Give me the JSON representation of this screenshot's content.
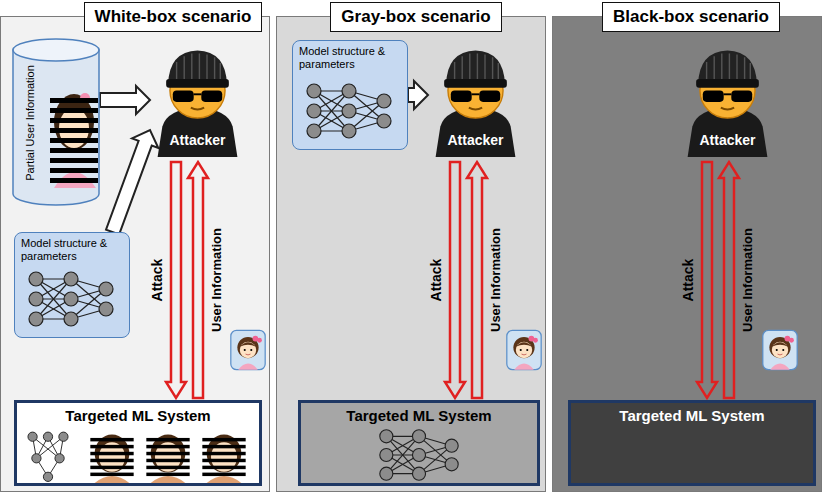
{
  "diagram": {
    "nodes": [
      {
        "text": [
          "White-box scenario"
        ]
      },
      {
        "text": [
          "Partial User Information"
        ],
        "in": 0
      },
      {
        "text": [
          "Attacker"
        ],
        "in": 0
      },
      {
        "text": [
          "Model structure & parameters"
        ],
        "in": 0
      },
      {
        "text": [
          "Targeted ML System"
        ],
        "in": 0
      },
      {
        "text": [
          "Gray-box scenario"
        ]
      },
      {
        "text": [
          "Model structure & parameters"
        ],
        "in": 5
      },
      {
        "text": [
          "Attacker"
        ],
        "in": 5
      },
      {
        "text": [
          "Targeted ML System"
        ],
        "in": 5
      },
      {
        "text": [
          "Black-box scenario"
        ]
      },
      {
        "text": [
          "Attacker"
        ],
        "in": 9
      },
      {
        "text": [
          "Targeted ML System"
        ],
        "in": 9
      }
    ],
    "edges": [
      {
        "from": 1,
        "to": 2,
        "arrow": "to"
      },
      {
        "from": 3,
        "to": 2,
        "arrow": "to"
      },
      {
        "from": 2,
        "to": 4,
        "label": "Attack",
        "arrow": "to"
      },
      {
        "from": 4,
        "to": 2,
        "label": "User Information",
        "arrow": "to"
      },
      {
        "from": 6,
        "to": 7,
        "arrow": "to"
      },
      {
        "from": 7,
        "to": 8,
        "label": "Attack",
        "arrow": "to"
      },
      {
        "from": 8,
        "to": 7,
        "label": "User Information",
        "arrow": "to"
      },
      {
        "from": 10,
        "to": 11,
        "label": "Attack",
        "arrow": "to"
      },
      {
        "from": 11,
        "to": 10,
        "label": "User Information",
        "arrow": "to"
      }
    ]
  }
}
